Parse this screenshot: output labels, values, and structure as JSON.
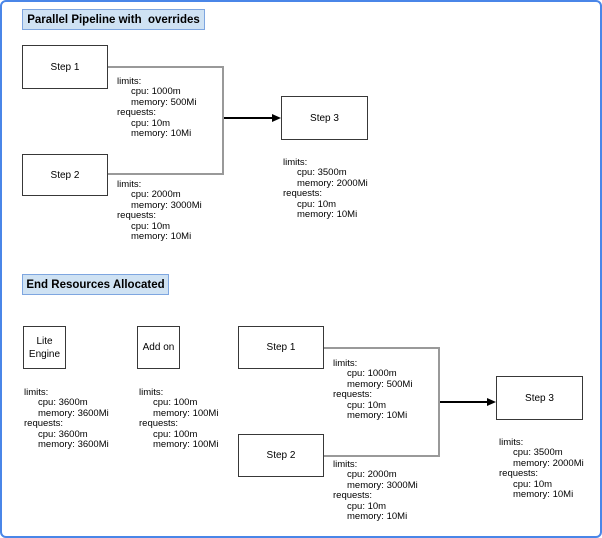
{
  "top_section": {
    "title": "Parallel Pipeline with  overrides",
    "nodes": {
      "step1": "Step 1",
      "step2": "Step 2",
      "step3": "Step 3"
    }
  },
  "bottom_section": {
    "title": "End Resources Allocated",
    "nodes": {
      "lite_engine_line1": "Lite",
      "lite_engine_line2": "Engine",
      "add_on": "Add on",
      "step1": "Step 1",
      "step2": "Step 2",
      "step3": "Step 3"
    }
  },
  "resource_blocks": {
    "top_step1": {
      "lines": [
        "limits:",
        "cpu: 1000m",
        "memory: 500Mi",
        "requests:",
        "cpu: 10m",
        "memory: 10Mi"
      ]
    },
    "top_step2": {
      "lines": [
        "limits:",
        "cpu: 2000m",
        "memory: 3000Mi",
        "requests:",
        "cpu: 10m",
        "memory: 10Mi"
      ]
    },
    "top_step3": {
      "lines": [
        "limits:",
        "cpu: 3500m",
        "memory: 2000Mi",
        "requests:",
        "cpu: 10m",
        "memory: 10Mi"
      ]
    },
    "lite_engine": {
      "lines": [
        "limits:",
        "cpu: 3600m",
        "memory: 3600Mi",
        "requests:",
        "cpu: 3600m",
        "memory: 3600Mi"
      ]
    },
    "add_on": {
      "lines": [
        "limits:",
        "cpu: 100m",
        "memory: 100Mi",
        "requests:",
        "cpu: 100m",
        "memory: 100Mi"
      ]
    },
    "bottom_step1": {
      "lines": [
        "limits:",
        "cpu: 1000m",
        "memory: 500Mi",
        "requests:",
        "cpu: 10m",
        "memory: 10Mi"
      ]
    },
    "bottom_step2": {
      "lines": [
        "limits:",
        "cpu: 2000m",
        "memory: 3000Mi",
        "requests:",
        "cpu: 10m",
        "memory: 10Mi"
      ]
    },
    "bottom_step3": {
      "lines": [
        "limits:",
        "cpu: 3500m",
        "memory: 2000Mi",
        "requests:",
        "cpu: 10m",
        "memory: 10Mi"
      ]
    }
  },
  "colors": {
    "frame_border": "#4a86e8",
    "title_fill": "#cfe2f3",
    "title_border": "#7ea6e0",
    "node_border": "#383838",
    "merge_connector": "#999999",
    "arrow": "#000000"
  }
}
